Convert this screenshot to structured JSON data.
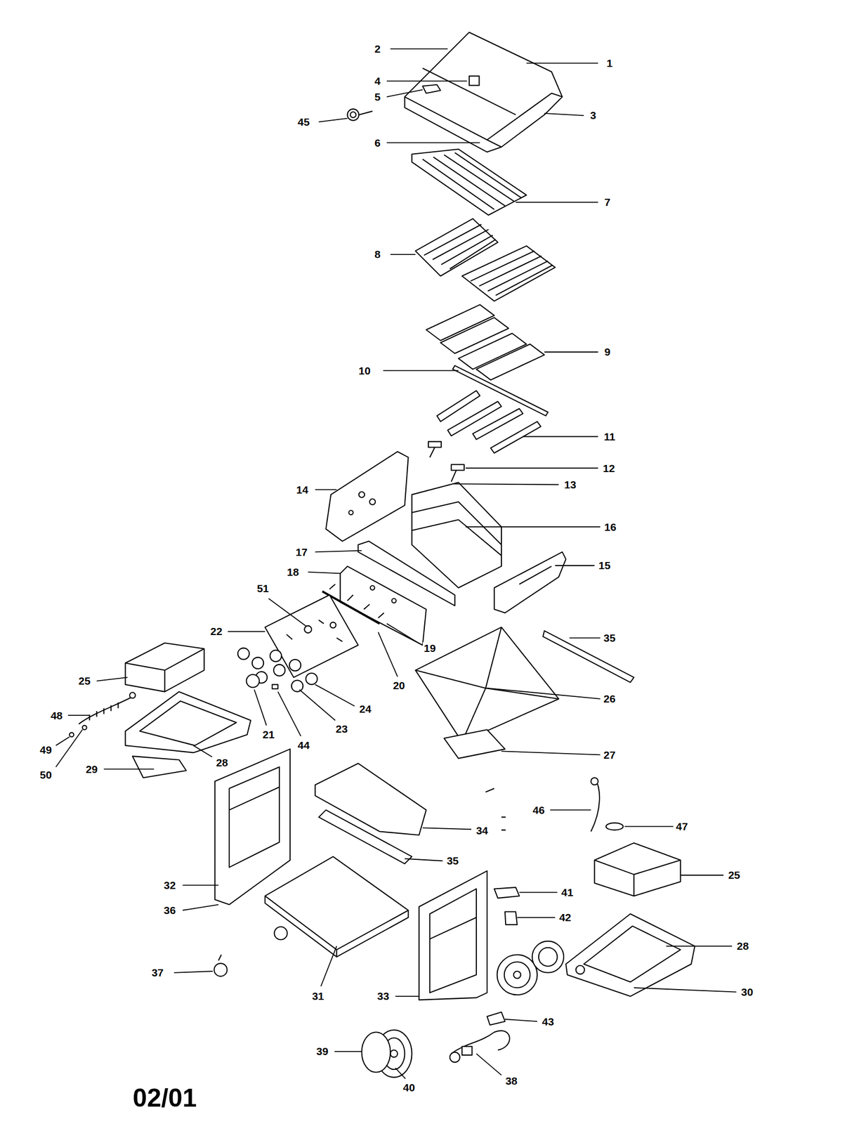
{
  "diagram": {
    "labels": [
      "2",
      "1",
      "4",
      "5",
      "3",
      "45",
      "6",
      "7",
      "8",
      "9",
      "10",
      "11",
      "12",
      "13",
      "14",
      "16",
      "17",
      "15",
      "51",
      "18",
      "22",
      "35",
      "19",
      "25",
      "20",
      "24",
      "26",
      "48",
      "21",
      "44",
      "23",
      "49",
      "28",
      "50",
      "29",
      "27",
      "46",
      "47",
      "34",
      "35",
      "25",
      "32",
      "36",
      "41",
      "42",
      "28",
      "37",
      "31",
      "33",
      "30",
      "43",
      "39",
      "40",
      "38",
      "02/01"
    ]
  }
}
